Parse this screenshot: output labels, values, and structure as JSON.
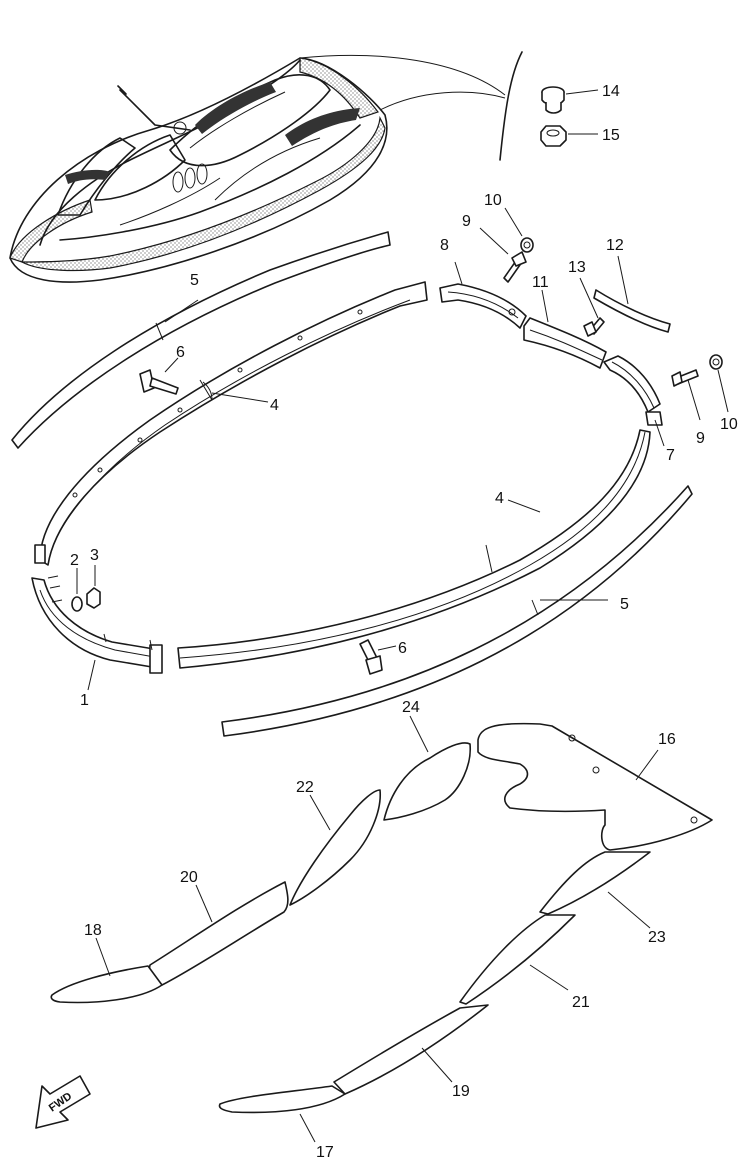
{
  "callouts": [
    {
      "id": "c1",
      "text": "1"
    },
    {
      "id": "c2",
      "text": "2"
    },
    {
      "id": "c3",
      "text": "3"
    },
    {
      "id": "c4a",
      "text": "4"
    },
    {
      "id": "c4b",
      "text": "4"
    },
    {
      "id": "c5a",
      "text": "5"
    },
    {
      "id": "c5b",
      "text": "5"
    },
    {
      "id": "c6a",
      "text": "6"
    },
    {
      "id": "c6b",
      "text": "6"
    },
    {
      "id": "c7",
      "text": "7"
    },
    {
      "id": "c8",
      "text": "8"
    },
    {
      "id": "c9a",
      "text": "9"
    },
    {
      "id": "c9b",
      "text": "9"
    },
    {
      "id": "c10a",
      "text": "10"
    },
    {
      "id": "c10b",
      "text": "10"
    },
    {
      "id": "c11",
      "text": "11"
    },
    {
      "id": "c12",
      "text": "12"
    },
    {
      "id": "c13",
      "text": "13"
    },
    {
      "id": "c14",
      "text": "14"
    },
    {
      "id": "c15",
      "text": "15"
    },
    {
      "id": "c16",
      "text": "16"
    },
    {
      "id": "c17",
      "text": "17"
    },
    {
      "id": "c18",
      "text": "18"
    },
    {
      "id": "c19",
      "text": "19"
    },
    {
      "id": "c20",
      "text": "20"
    },
    {
      "id": "c21",
      "text": "21"
    },
    {
      "id": "c22",
      "text": "22"
    },
    {
      "id": "c23",
      "text": "23"
    },
    {
      "id": "c24",
      "text": "24"
    }
  ],
  "direction_arrow": {
    "text": "FWD"
  },
  "colors": {
    "line": "#1a1a1a",
    "background": "#ffffff"
  }
}
